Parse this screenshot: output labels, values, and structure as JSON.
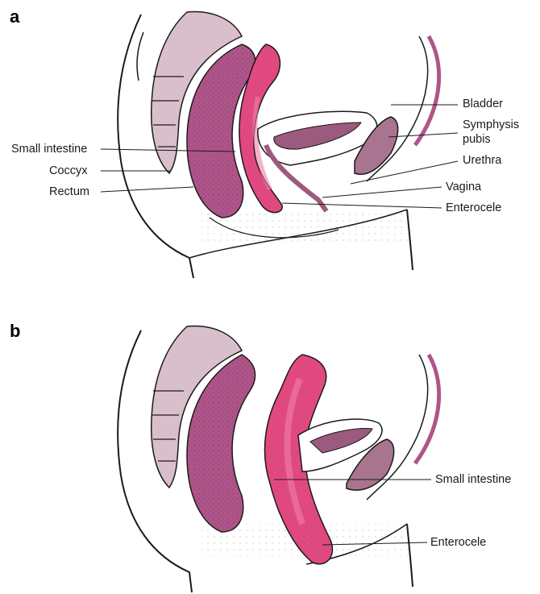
{
  "panels": [
    {
      "letter": "a",
      "labels": {
        "bladder": "Bladder",
        "symphysis_1": "Symphysis",
        "symphysis_2": "pubis",
        "small_intestine": "Small intestine",
        "urethra": "Urethra",
        "coccyx": "Coccyx",
        "vagina": "Vagina",
        "rectum": "Rectum",
        "enterocele": "Enterocele"
      }
    },
    {
      "letter": "b",
      "labels": {
        "small_intestine": "Small intestine",
        "enterocele": "Enterocele"
      }
    }
  ],
  "colors": {
    "sacrum": "#d9bfcb",
    "rectum": "#b0548a",
    "intestine": "#e0497f",
    "intestine_light": "#ee7fa8",
    "bladder_wall": "#9b5a7e",
    "symphysis": "#a9748f",
    "outline": "#1a1a1a"
  }
}
